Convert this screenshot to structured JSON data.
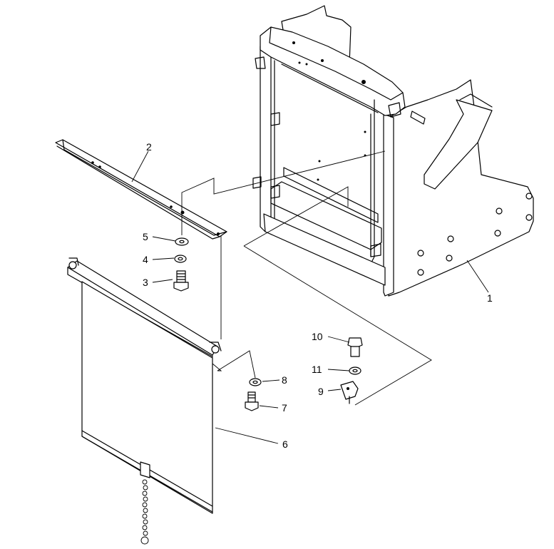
{
  "callouts": [
    {
      "id": "callout-1",
      "text": "1"
    },
    {
      "id": "callout-2",
      "text": "2"
    },
    {
      "id": "callout-3",
      "text": "3"
    },
    {
      "id": "callout-4",
      "text": "4"
    },
    {
      "id": "callout-5",
      "text": "5"
    },
    {
      "id": "callout-6",
      "text": "6"
    },
    {
      "id": "callout-7",
      "text": "7"
    },
    {
      "id": "callout-8",
      "text": "8"
    },
    {
      "id": "callout-9",
      "text": "9"
    },
    {
      "id": "callout-10",
      "text": "10"
    },
    {
      "id": "callout-11",
      "text": "11"
    }
  ]
}
